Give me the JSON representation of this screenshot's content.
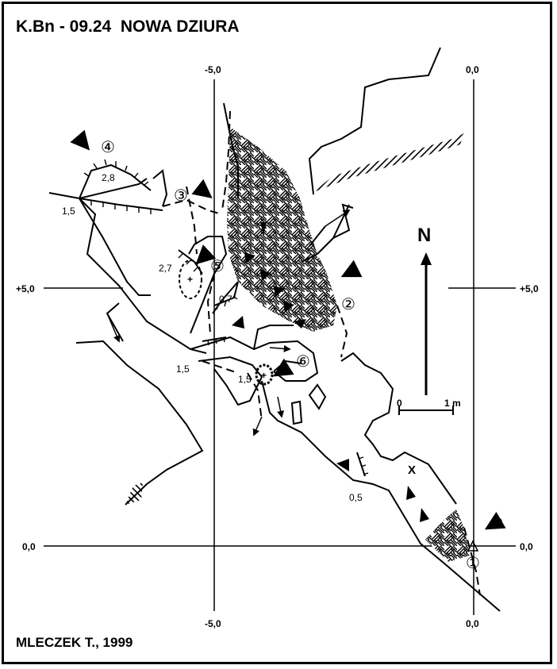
{
  "title": "K.Bn - 09.24  NOWA DZIURA",
  "author": "MLECZEK T., 1999",
  "grid_labels": {
    "x_neg5_top": "-5,0",
    "x_0_top": "0,0",
    "x_neg5_bottom": "-5,0",
    "x_0_bottom": "0,0",
    "y_pos5_left": "+5,0",
    "y_pos5_right": "+5,0",
    "y_0_left": "0,0",
    "y_0_right": "0,0"
  },
  "north": "N",
  "scale": {
    "start": "0",
    "end": "1 m"
  },
  "entrances": [
    "①",
    "②",
    "③",
    "④",
    "⑤",
    "⑥"
  ],
  "heights": [
    "2,8",
    "1,5",
    "2,7",
    "0,7",
    "1,5",
    "1,5",
    "0,5"
  ],
  "marker_x": "X"
}
